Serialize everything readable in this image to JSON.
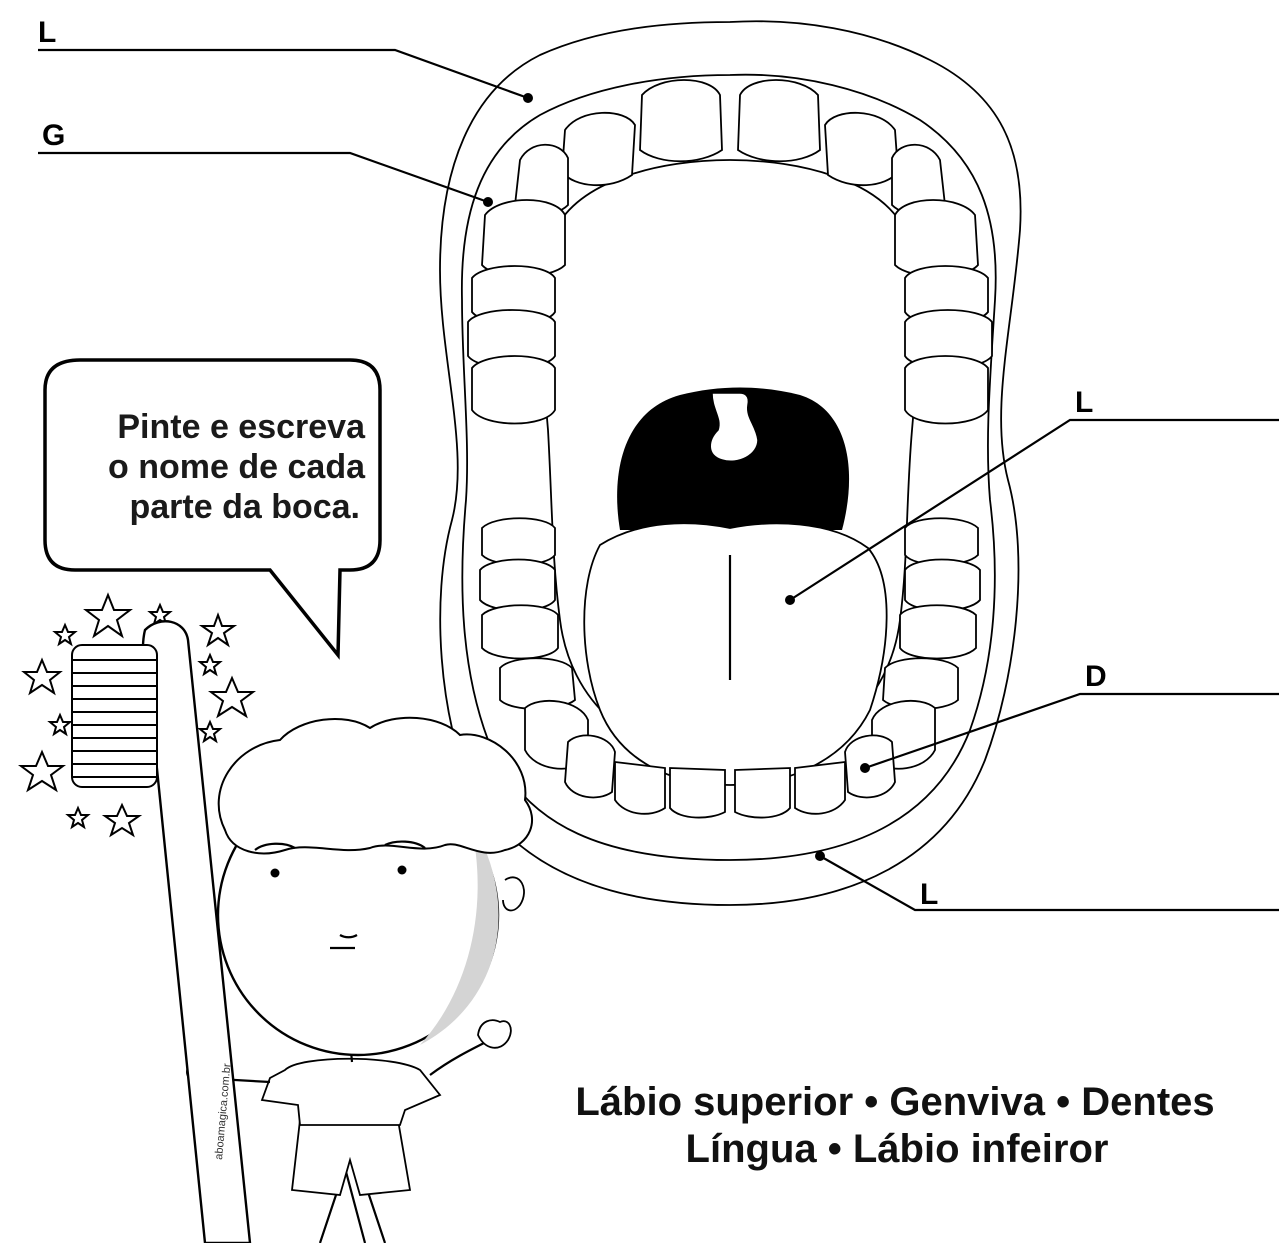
{
  "labels": {
    "upper_lip": "L",
    "gum": "G",
    "tongue": "L",
    "teeth": "D",
    "lower_lip": "L"
  },
  "speech_bubble": {
    "line1": "Pinte e escreva",
    "line2": "o nome de cada",
    "line3": "parte da boca."
  },
  "word_bank": {
    "line1": "Lábio superior • Genviva • Dentes",
    "line2": "Língua • Lábio infeiror"
  },
  "toothbrush": {
    "site_text": "aboamagica.com.br"
  }
}
